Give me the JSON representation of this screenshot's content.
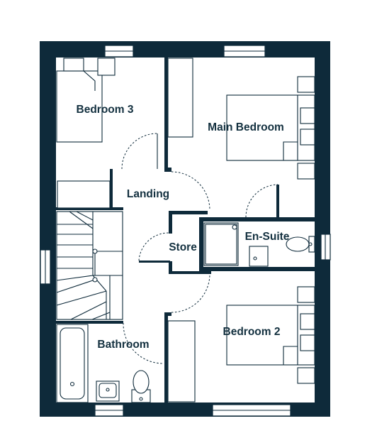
{
  "floor_plan": {
    "rooms": {
      "bedroom_3": "Bedroom 3",
      "main_bedroom": "Main Bedroom",
      "landing": "Landing",
      "store": "Store",
      "en_suite": "En-Suite",
      "bathroom": "Bathroom",
      "bedroom_2": "Bedroom 2"
    },
    "colors": {
      "wall": "#0e2a3a",
      "background": "#ffffff",
      "label": "#13303f"
    }
  }
}
